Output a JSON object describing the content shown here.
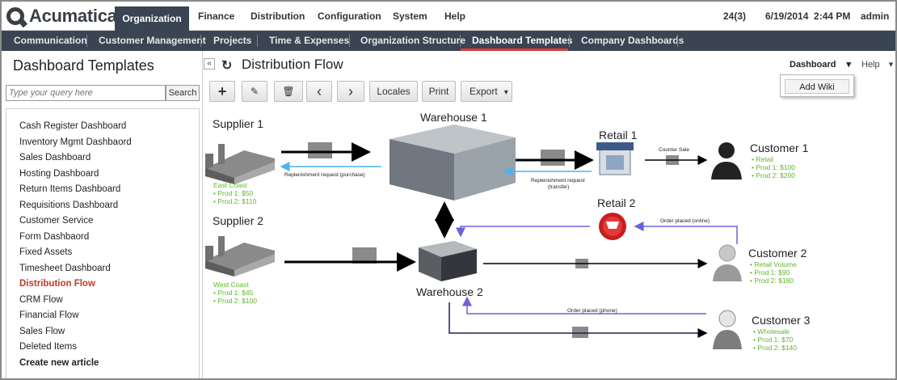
{
  "header": {
    "logo": "Acumatica",
    "nav": [
      "Organization",
      "Finance",
      "Distribution",
      "Configuration",
      "System",
      "Help"
    ],
    "count": "24(3)",
    "datetime": "6/19/2014  2:44 PM",
    "user": "admin"
  },
  "subnav": [
    "Communication",
    "Customer Management",
    "Projects",
    "Time & Expenses",
    "Organization Structure",
    "Dashboard Templates",
    "Company Dashboards"
  ],
  "sidebar": {
    "title": "Dashboard Templates",
    "search_placeholder": "Type your query here",
    "search_button": "Search",
    "items": [
      "Cash Register Dashboard",
      "Inventory Mgmt Dashbaord",
      "Sales Dashboard",
      "Hosting Dashboard",
      "Return Items Dashboard",
      "Requisitions Dashboard",
      "Customer Service",
      "Form Dashbaord",
      "Fixed Assets",
      "Timesheet Dashboard",
      "Distribution Flow",
      "CRM Flow",
      "Financial Flow",
      "Sales Flow",
      "Deleted Items",
      "Create new article"
    ]
  },
  "main": {
    "title": "Distribution Flow",
    "collapse": "«",
    "dashboard_menu": "Dashboard",
    "help_menu": "Help",
    "add_wiki": "Add Wiki",
    "toolbar": {
      "add": "+",
      "edit": "✎",
      "delete": "🗑",
      "prev": "‹",
      "next": "›",
      "locales": "Locales",
      "print": "Print",
      "export": "Export"
    }
  },
  "diagram": {
    "supplier1": {
      "name": "Supplier  1",
      "region": "East Coast",
      "p1": "•  Prod 1: $50",
      "p2": "•  Prod 2: $110"
    },
    "supplier2": {
      "name": "Supplier  2",
      "region": "West Coast",
      "p1": "•  Prod 1: $45",
      "p2": "•  Prod 2: $100"
    },
    "warehouse1": "Warehouse  1",
    "warehouse2": "Warehouse  2",
    "retail1": "Retail  1",
    "retail2": "Retail  2",
    "customer1": {
      "name": "Customer  1",
      "type": "•  Retail",
      "p1": "•  Prod 1: $100",
      "p2": "•  Prod 2: $200"
    },
    "customer2": {
      "name": "Customer  2",
      "type": "•  Retail Volume",
      "p1": "•  Prod 1: $90",
      "p2": "•  Prod 2: $180"
    },
    "customer3": {
      "name": "Customer  3",
      "type": "•  Wholesale",
      "p1": "•  Prod 1: $70",
      "p2": "•  Prod 2: $140"
    },
    "replenish_purchase": "Replenishment   request  (purchase)",
    "replenish_transfer_1": "Replenishment request",
    "replenish_transfer_2": "(transfer)",
    "counter_sale": "Counter Sale",
    "order_online": "Order placed (online)",
    "order_phone": "Order placed (phone)"
  }
}
